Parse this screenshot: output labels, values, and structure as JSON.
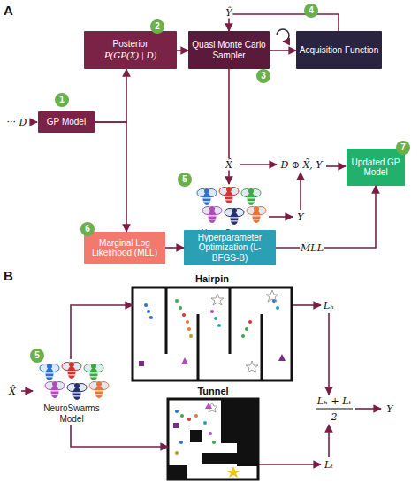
{
  "diagram": {
    "nodes": [
      {
        "text": [
          "GP Model"
        ]
      },
      {
        "text": [
          "Posterior",
          "P(GP(X) | D)"
        ]
      },
      {
        "text": [
          "Quasi Monte Carlo Sampler"
        ]
      },
      {
        "text": [
          "Acquisition Function"
        ]
      },
      {
        "text": [
          "NeuroSwarms Model"
        ]
      },
      {
        "text": [
          "Marginal Log Likelihood (MLL)"
        ]
      },
      {
        "text": [
          "Hyperparameter Optimization (L-BFGS-B)"
        ]
      },
      {
        "text": [
          "Updated GP Model"
        ]
      },
      {
        "text": [
          "NeuroSwarms Model"
        ]
      },
      {
        "text": [
          "Hairpin"
        ]
      },
      {
        "text": [
          "Tunnel"
        ]
      }
    ],
    "edges": [
      {
        "from": 0,
        "to": 1,
        "arrow": "to"
      },
      {
        "from": 0,
        "to": 5,
        "arrow": "to"
      },
      {
        "from": 1,
        "to": 2,
        "arrow": "to"
      },
      {
        "from": 2,
        "to": 3,
        "arrow": "to"
      },
      {
        "from": 3,
        "to": 2,
        "label": "Ŷ",
        "arrow": "to"
      },
      {
        "from": 2,
        "to": 4,
        "label": "X̂",
        "arrow": "to"
      },
      {
        "from": 5,
        "to": 6,
        "arrow": "to"
      },
      {
        "from": 6,
        "to": 7,
        "label": "M̂LL",
        "arrow": "to"
      },
      {
        "from": 8,
        "to": 9,
        "arrow": "to"
      },
      {
        "from": 8,
        "to": 10,
        "arrow": "to"
      }
    ],
    "labels": [
      "A",
      "1",
      "··· D",
      "2",
      "4",
      "3",
      "D ⊕ X̂, Y",
      "5",
      "Y",
      "7",
      "6",
      "B",
      "Lₕ",
      "5",
      "X̂",
      "Lₕ + Lₜ",
      "2",
      "Y",
      "Lₜ"
    ]
  }
}
